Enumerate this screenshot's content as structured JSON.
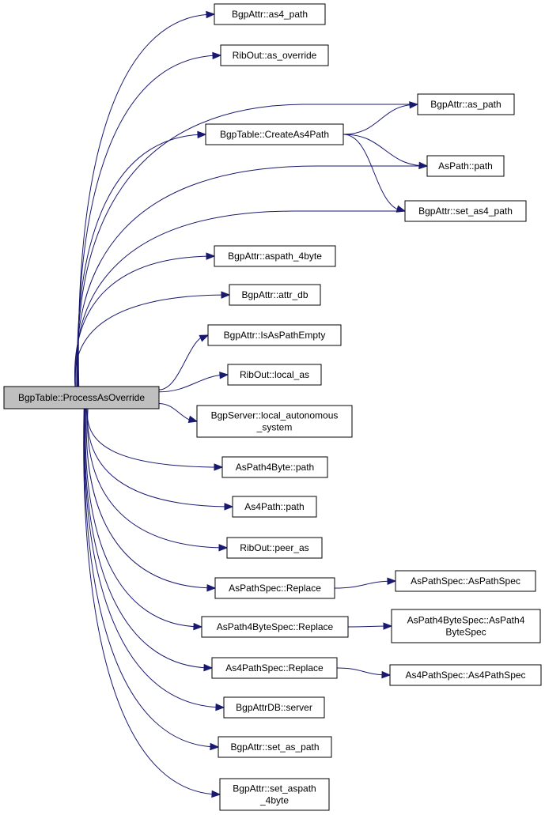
{
  "diagram": {
    "root": "n0",
    "nodes": [
      {
        "id": "n0",
        "lines": [
          "BgpTable::ProcessAsOverride"
        ]
      },
      {
        "id": "n1",
        "lines": [
          "BgpAttr::as4_path"
        ]
      },
      {
        "id": "n2",
        "lines": [
          "RibOut::as_override"
        ]
      },
      {
        "id": "n3",
        "lines": [
          "BgpAttr::as_path"
        ]
      },
      {
        "id": "n4",
        "lines": [
          "BgpTable::CreateAs4Path"
        ]
      },
      {
        "id": "n5",
        "lines": [
          "AsPath::path"
        ]
      },
      {
        "id": "n6",
        "lines": [
          "BgpAttr::set_as4_path"
        ]
      },
      {
        "id": "n7",
        "lines": [
          "BgpAttr::aspath_4byte"
        ]
      },
      {
        "id": "n8",
        "lines": [
          "BgpAttr::attr_db"
        ]
      },
      {
        "id": "n9",
        "lines": [
          "BgpAttr::IsAsPathEmpty"
        ]
      },
      {
        "id": "n10",
        "lines": [
          "RibOut::local_as"
        ]
      },
      {
        "id": "n11",
        "lines": [
          "BgpServer::local_autonomous",
          "_system"
        ]
      },
      {
        "id": "n12",
        "lines": [
          "AsPath4Byte::path"
        ]
      },
      {
        "id": "n13",
        "lines": [
          "As4Path::path"
        ]
      },
      {
        "id": "n14",
        "lines": [
          "RibOut::peer_as"
        ]
      },
      {
        "id": "n15",
        "lines": [
          "AsPathSpec::Replace"
        ]
      },
      {
        "id": "n16",
        "lines": [
          "AsPathSpec::AsPathSpec"
        ]
      },
      {
        "id": "n17",
        "lines": [
          "AsPath4ByteSpec::Replace"
        ]
      },
      {
        "id": "n18",
        "lines": [
          "AsPath4ByteSpec::AsPath4",
          "ByteSpec"
        ]
      },
      {
        "id": "n19",
        "lines": [
          "As4PathSpec::Replace"
        ]
      },
      {
        "id": "n20",
        "lines": [
          "As4PathSpec::As4PathSpec"
        ]
      },
      {
        "id": "n21",
        "lines": [
          "BgpAttrDB::server"
        ]
      },
      {
        "id": "n22",
        "lines": [
          "BgpAttr::set_as_path"
        ]
      },
      {
        "id": "n23",
        "lines": [
          "BgpAttr::set_aspath",
          "_4byte"
        ]
      }
    ],
    "edges": [
      [
        "n0",
        "n1"
      ],
      [
        "n0",
        "n2"
      ],
      [
        "n0",
        "n3"
      ],
      [
        "n0",
        "n4"
      ],
      [
        "n0",
        "n5"
      ],
      [
        "n0",
        "n6"
      ],
      [
        "n0",
        "n7"
      ],
      [
        "n0",
        "n8"
      ],
      [
        "n0",
        "n9"
      ],
      [
        "n0",
        "n10"
      ],
      [
        "n0",
        "n11"
      ],
      [
        "n0",
        "n12"
      ],
      [
        "n0",
        "n13"
      ],
      [
        "n0",
        "n14"
      ],
      [
        "n0",
        "n15"
      ],
      [
        "n0",
        "n17"
      ],
      [
        "n0",
        "n19"
      ],
      [
        "n0",
        "n21"
      ],
      [
        "n0",
        "n22"
      ],
      [
        "n0",
        "n23"
      ],
      [
        "n4",
        "n3"
      ],
      [
        "n4",
        "n5"
      ],
      [
        "n4",
        "n6"
      ],
      [
        "n15",
        "n16"
      ],
      [
        "n17",
        "n18"
      ],
      [
        "n19",
        "n20"
      ]
    ]
  }
}
